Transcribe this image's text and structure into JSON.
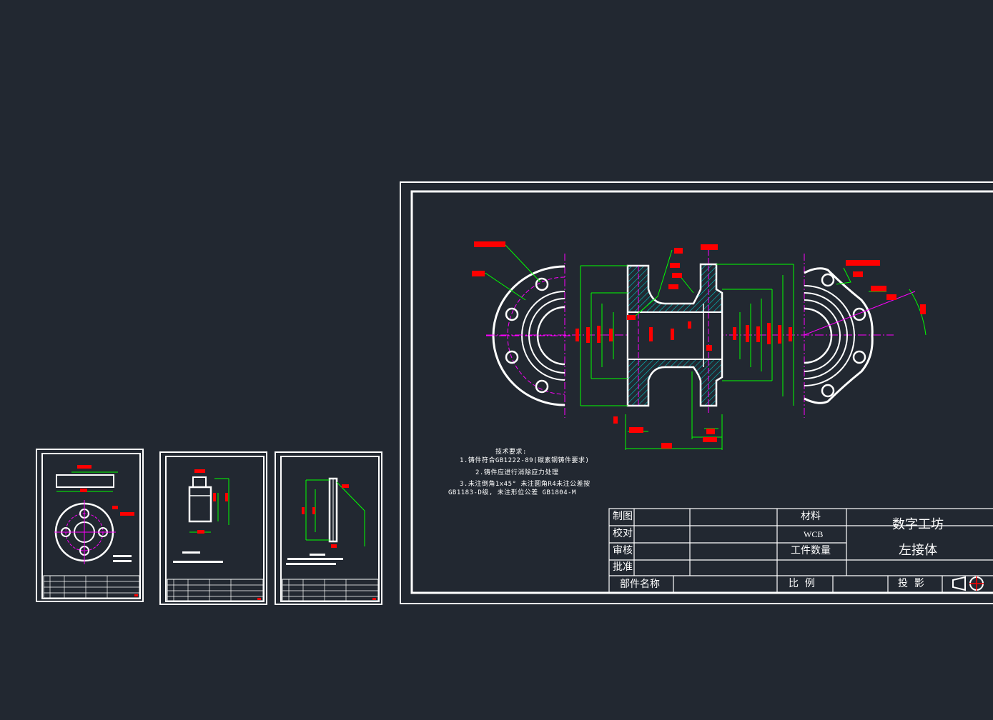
{
  "technical_requirements": {
    "heading": "技术要求:",
    "items": [
      "1.铸件符合GB1222-89(碳素钢铸件要求)",
      "2.铸件应进行消除应力处理",
      "3.未注倒角1x45° 未注圆角R4未注公差按",
      "GB1183-D级, 未注形位公差 GB1804-M"
    ]
  },
  "title_block": {
    "drawn": "制图",
    "checked": "校对",
    "reviewed": "审核",
    "approved": "批准",
    "part_name_label": "部件名称",
    "material_label": "材料",
    "material_value": "WCB",
    "quantity_label": "工件数量",
    "scale_label": "比  例",
    "projection_label": "投  影",
    "company": "数字工坊",
    "part_name": "左接体"
  },
  "colors": {
    "background": "#222831",
    "outline": "#ffffff",
    "dimension": "#00ff00",
    "dimension_text": "#ff0000",
    "centerline": "#ff00ff",
    "hatch": "#00c8c8"
  }
}
